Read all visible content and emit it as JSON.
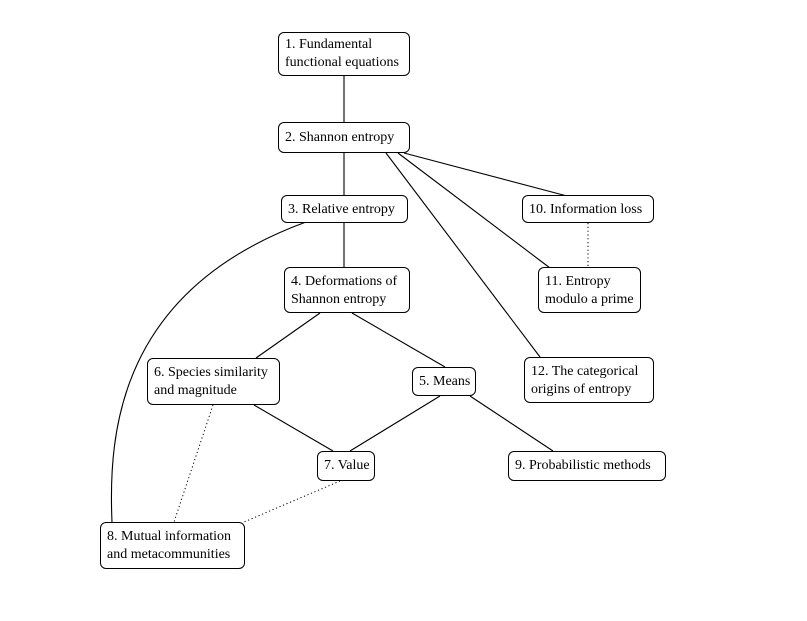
{
  "nodes": {
    "n1": [
      "1. Fundamental",
      "functional equations"
    ],
    "n2": [
      "2. Shannon entropy"
    ],
    "n3": [
      "3. Relative entropy"
    ],
    "n4": [
      "4. Deformations of",
      "Shannon entropy"
    ],
    "n5": [
      "5. Means"
    ],
    "n6": [
      "6. Species similarity",
      "and magnitude"
    ],
    "n7": [
      "7. Value"
    ],
    "n8": [
      "8. Mutual information",
      "and metacommunities"
    ],
    "n9": [
      "9. Probabilistic methods"
    ],
    "n10": [
      "10. Information loss"
    ],
    "n11": [
      "11. Entropy",
      "modulo a prime"
    ],
    "n12": [
      "12. The categorical",
      "origins of entropy"
    ]
  },
  "edges": [
    {
      "from": "n1",
      "to": "n2",
      "style": "solid"
    },
    {
      "from": "n2",
      "to": "n3",
      "style": "solid"
    },
    {
      "from": "n2",
      "to": "n10",
      "style": "solid"
    },
    {
      "from": "n2",
      "to": "n11",
      "style": "solid"
    },
    {
      "from": "n2",
      "to": "n12",
      "style": "solid"
    },
    {
      "from": "n3",
      "to": "n4",
      "style": "solid"
    },
    {
      "from": "n3",
      "to": "n8",
      "style": "solid"
    },
    {
      "from": "n4",
      "to": "n6",
      "style": "solid"
    },
    {
      "from": "n4",
      "to": "n5",
      "style": "solid"
    },
    {
      "from": "n6",
      "to": "n7",
      "style": "solid"
    },
    {
      "from": "n5",
      "to": "n7",
      "style": "solid"
    },
    {
      "from": "n5",
      "to": "n9",
      "style": "solid"
    },
    {
      "from": "n10",
      "to": "n11",
      "style": "dotted"
    },
    {
      "from": "n6",
      "to": "n8",
      "style": "dotted"
    },
    {
      "from": "n7",
      "to": "n8",
      "style": "dotted"
    }
  ]
}
